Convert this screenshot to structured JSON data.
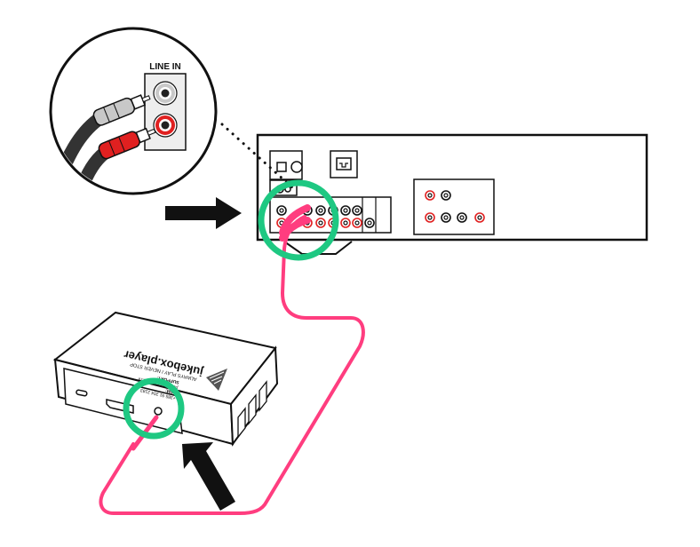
{
  "diagram": {
    "zoom_callout": {
      "label": "LINE IN",
      "jacks": [
        "white",
        "red"
      ]
    },
    "device": {
      "brand": "jukebox.player",
      "tagline": "ALWAYS PLAY / NEVER STOP",
      "support_label": "SUPPORT:",
      "email": "podrska@jukebox.hr",
      "gsm_label": "GSM:",
      "phone": "+385 91 204 2183"
    },
    "colors": {
      "cable": "#ff3d7f",
      "highlight": "#1ec882",
      "outline": "#111111",
      "red_jack": "#e02020",
      "white_jack": "#c8c8c8"
    },
    "icons": [
      "arrow-right-icon",
      "arrow-up-left-icon",
      "ethernet-port-icon",
      "fingerprint-logo-icon"
    ]
  }
}
